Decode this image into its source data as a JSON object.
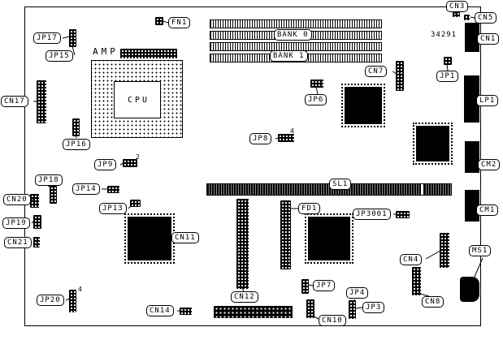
{
  "callouts": {
    "fn1": "FN1",
    "cn3": "CN3",
    "cn5": "CN5",
    "jp17": "JP17",
    "jp15": "JP15",
    "cn17": "CN17",
    "jp16": "JP16",
    "jp9": "JP9",
    "jp8": "JP8",
    "jp6": "JP6",
    "cn7": "CN7",
    "jp1": "JP1",
    "cn1": "CN1",
    "lp1": "LP1",
    "cm2": "CM2",
    "cm1": "CM1",
    "ms1": "MS1",
    "jp18": "JP18",
    "jp14": "JP14",
    "cn20": "CN20",
    "jp13": "JP13",
    "jp19": "JP19",
    "cn21": "CN21",
    "cn11": "CN11",
    "fd1": "FD1",
    "jp3001": "JP3001",
    "sl1": "SL1",
    "bank0": "BANK 0",
    "bank1": "BANK 1",
    "cn12": "CN12",
    "cn14": "CN14",
    "cn10": "CN10",
    "jp7": "JP7",
    "jp4": "JP4",
    "jp3": "JP3",
    "cn8": "CN8",
    "cn4": "CN4",
    "jp20": "JP20"
  },
  "texts": {
    "amp": "AMP",
    "cpu": "CPU",
    "part_number": "34291",
    "jp8_pin_count": "4",
    "jp9_pin_count": "2",
    "jp20_pin_count": "4"
  }
}
